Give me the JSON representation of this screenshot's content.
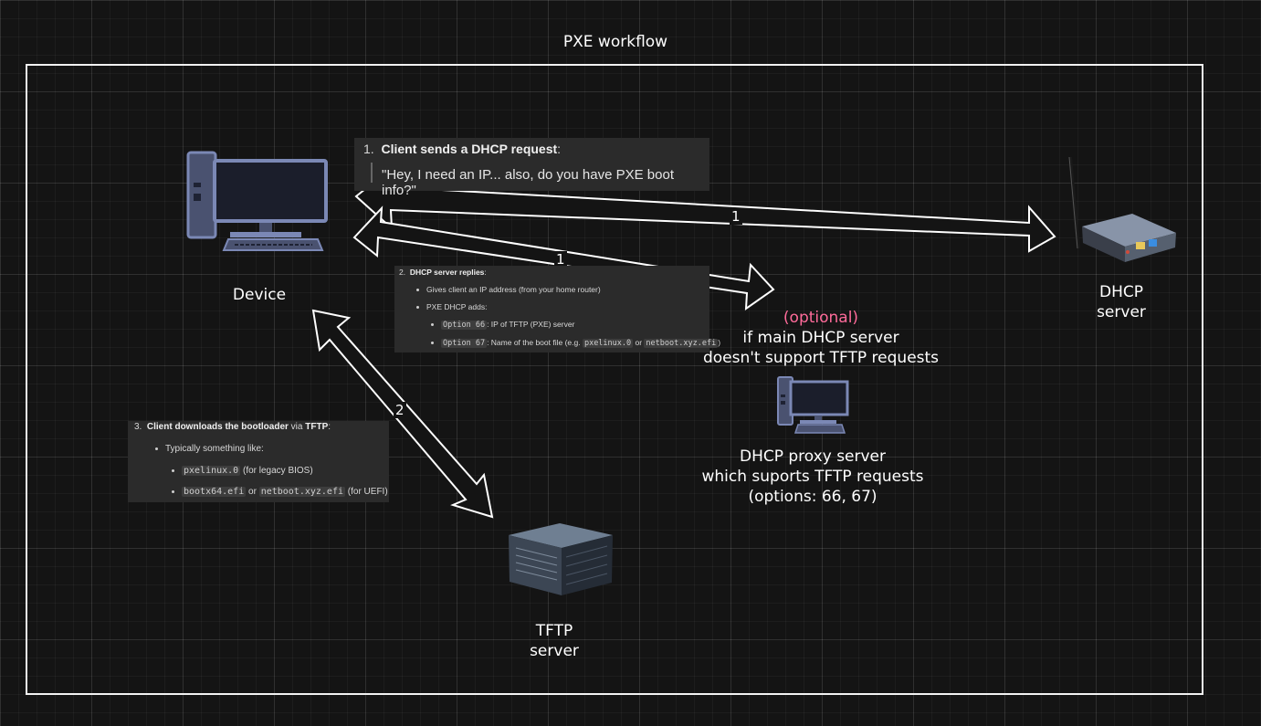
{
  "diagram": {
    "title": "PXE workflow",
    "nodes": {
      "device": "Device",
      "dhcp": [
        "DHCP",
        "server"
      ],
      "tftp": [
        "TFTP",
        "server"
      ],
      "proxy_note": {
        "optional": "(optional)",
        "line1": "if main DHCP server",
        "line2": "doesn't support TFTP requests"
      },
      "proxy": [
        "DHCP proxy server",
        "which suports TFTP requests",
        "(options: 66, 67)"
      ]
    },
    "edge_labels": {
      "a": "1",
      "b": "1",
      "c": "2"
    },
    "step1": {
      "num": "1.",
      "bold": "Client sends a DHCP request",
      "colon": ":",
      "quote": "\"Hey, I need an IP... also, do you have PXE boot info?\""
    },
    "step2": {
      "num": "2.",
      "bold": "DHCP server replies",
      "colon": ":",
      "b1": "Gives client an IP address (from your home router)",
      "b2": "PXE DHCP adds:",
      "opt66_code": "Option 66",
      "opt66_text": ": IP of TFTP (PXE) server",
      "opt67_code": "Option 67",
      "opt67_text": ": Name of the boot file (e.g. ",
      "opt67_c1": "pxelinux.0",
      "opt67_or": " or ",
      "opt67_c2": "netboot.xyz.efi",
      "opt67_end": ")"
    },
    "step3": {
      "num": "3.",
      "bold": "Client downloads the bootloader",
      "via": " via ",
      "bold2": "TFTP",
      "colon": ":",
      "b1": "Typically something like:",
      "c1": "pxelinux.0",
      "c1_text": " (for legacy BIOS)",
      "c2": "bootx64.efi",
      "c2_or": " or ",
      "c3": "netboot.xyz.efi",
      "c3_text": " (for UEFI)"
    }
  }
}
